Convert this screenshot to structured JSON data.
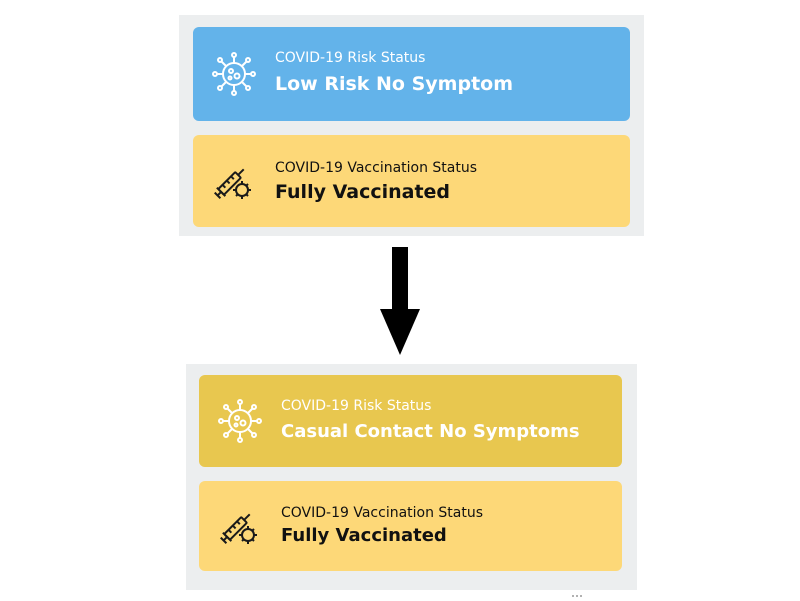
{
  "before": {
    "risk_card": {
      "label": "COVID-19 Risk Status",
      "value": "Low Risk No Symptom",
      "color": "#63b3ea",
      "icon": "virus-icon"
    },
    "vaccination_card": {
      "label": "COVID-19 Vaccination Status",
      "value": "Fully Vaccinated",
      "color": "#fdd878",
      "icon": "syringe-virus-icon"
    }
  },
  "transition": {
    "icon": "arrow-down-icon"
  },
  "after": {
    "risk_card": {
      "label": "COVID-19 Risk Status",
      "value": "Casual Contact No Symptoms",
      "color": "#e8c74f",
      "icon": "virus-icon"
    },
    "vaccination_card": {
      "label": "COVID-19 Vaccination Status",
      "value": "Fully Vaccinated",
      "color": "#fdd878",
      "icon": "syringe-virus-icon"
    }
  }
}
